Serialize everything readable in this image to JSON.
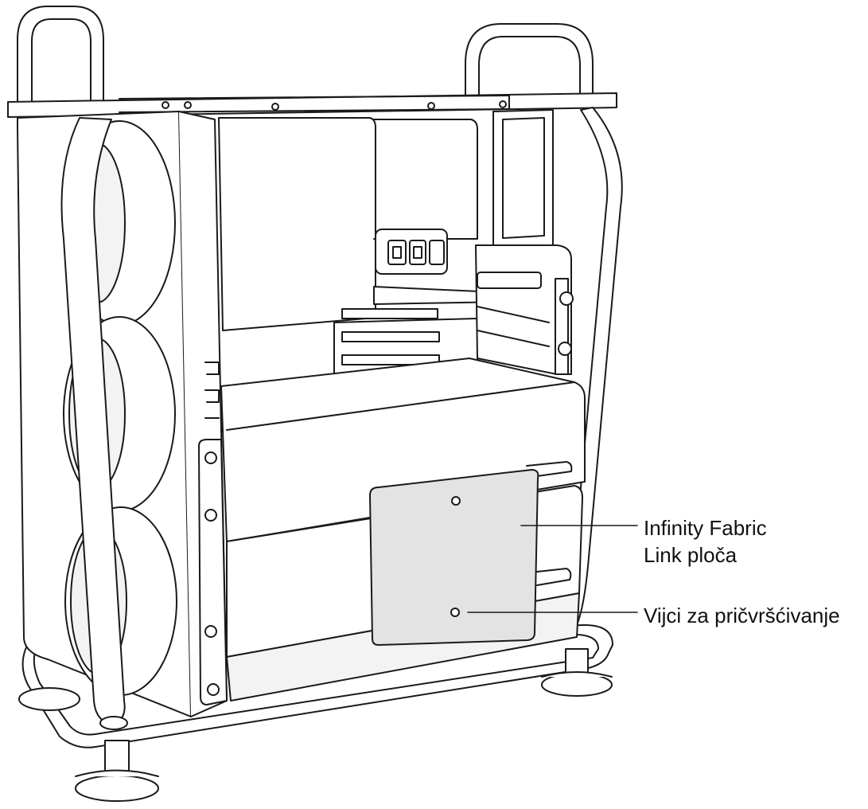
{
  "callouts": {
    "board_line1": "Infinity Fabric",
    "board_line2": "Link ploča",
    "screws": "Vijci za pričvršćivanje"
  },
  "colors": {
    "stroke": "#1a1a1a",
    "fill": "#ffffff",
    "board_fill": "#e3e3e3",
    "shade": "#f3f3f3"
  }
}
